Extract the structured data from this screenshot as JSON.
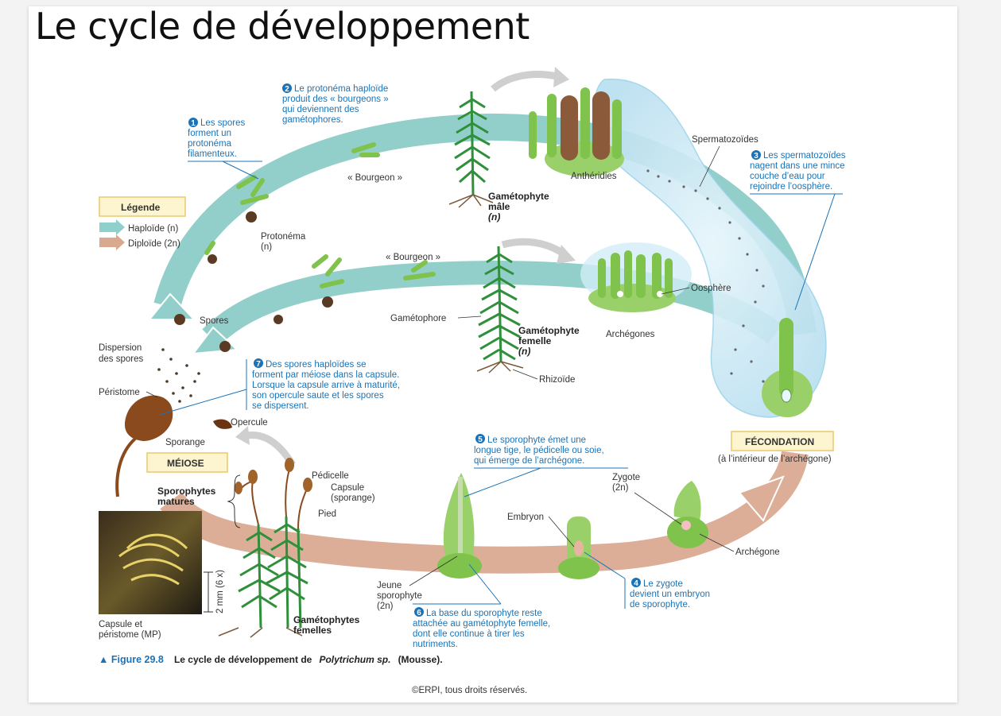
{
  "slide": {
    "title": "Le cycle de développement"
  },
  "legend": {
    "title": "Légende",
    "haploid": "Haploïde (n)",
    "diploid": "Diploïde (2n)",
    "haploid_color": "#8fd0cc",
    "diploid_color": "#d9a98f"
  },
  "steps": {
    "s1": [
      "Les spores",
      "forment un",
      "protonéma",
      "filamenteux."
    ],
    "s2": [
      "Le protonéma haploïde",
      "produit des « bourgeons »",
      "qui deviennent des",
      "gamétophores."
    ],
    "s3": [
      "Les spermatozoïdes",
      "nagent dans une mince",
      "couche d’eau pour",
      "rejoindre l’oosphère."
    ],
    "s4": [
      "Le zygote",
      "devient un embryon",
      "de sporophyte."
    ],
    "s5": [
      "Le sporophyte émet une",
      "longue tige, le pédicelle ou soie,",
      "qui émerge de l’archégone."
    ],
    "s6": [
      "La base du sporophyte reste",
      "attachée au gamétophyte femelle,",
      "dont elle continue à tirer les",
      "nutriments."
    ],
    "s7": [
      "Des spores haploïdes se",
      "forment par méiose dans la capsule.",
      "Lorsque la capsule arrive à maturité,",
      "son opercule saute et les spores",
      "se dispersent."
    ]
  },
  "step_numbers": [
    "1",
    "2",
    "3",
    "4",
    "5",
    "6",
    "7"
  ],
  "labels": {
    "bourgeon_top": "« Bourgeon »",
    "bourgeon_mid": "« Bourgeon »",
    "gametophyte_male": [
      "Gamétophyte",
      "mâle",
      "(n)"
    ],
    "antheridies": "Anthéridies",
    "spermatozoides": "Spermatozoïdes",
    "protonema": [
      "Protonéma",
      "(n)"
    ],
    "spores": "Spores",
    "gametophore": "Gamétophore",
    "gametophyte_femelle": [
      "Gamétophyte",
      "femelle",
      "(n)"
    ],
    "archegones": "Archégones",
    "oosphere": "Oosphère",
    "rhizoide": "Rhizoïde",
    "dispersion": [
      "Dispersion",
      "des spores"
    ],
    "peristome": "Péristome",
    "opercule": "Opercule",
    "sporange": "Sporange",
    "meiose": "MÉIOSE",
    "fecondation": "FÉCONDATION",
    "fecondation_sub": "(à l’intérieur de l’archégone)",
    "zygote": [
      "Zygote",
      "(2n)"
    ],
    "pedicelle": "Pédicelle",
    "capsule": [
      "Capsule",
      "(sporange)"
    ],
    "pied": "Pied",
    "sporophytes_matures": [
      "Sporophytes",
      "matures"
    ],
    "embryon": "Embryon",
    "archegone": "Archégone",
    "jeune_sporophyte": [
      "Jeune",
      "sporophyte",
      "(2n)"
    ],
    "gametophytes_femelles": [
      "Gamétophytes",
      "femelles"
    ],
    "capsule_peristome": [
      "Capsule et",
      "péristome (MP)"
    ],
    "scale": "2 mm (6 x)"
  },
  "caption": {
    "figure": "▲ Figure 29.8",
    "text": "Le cycle de développement de",
    "species": "Polytrichum sp.",
    "suffix": "(Mousse)."
  },
  "copyright": "©ERPI, tous droits réservés."
}
